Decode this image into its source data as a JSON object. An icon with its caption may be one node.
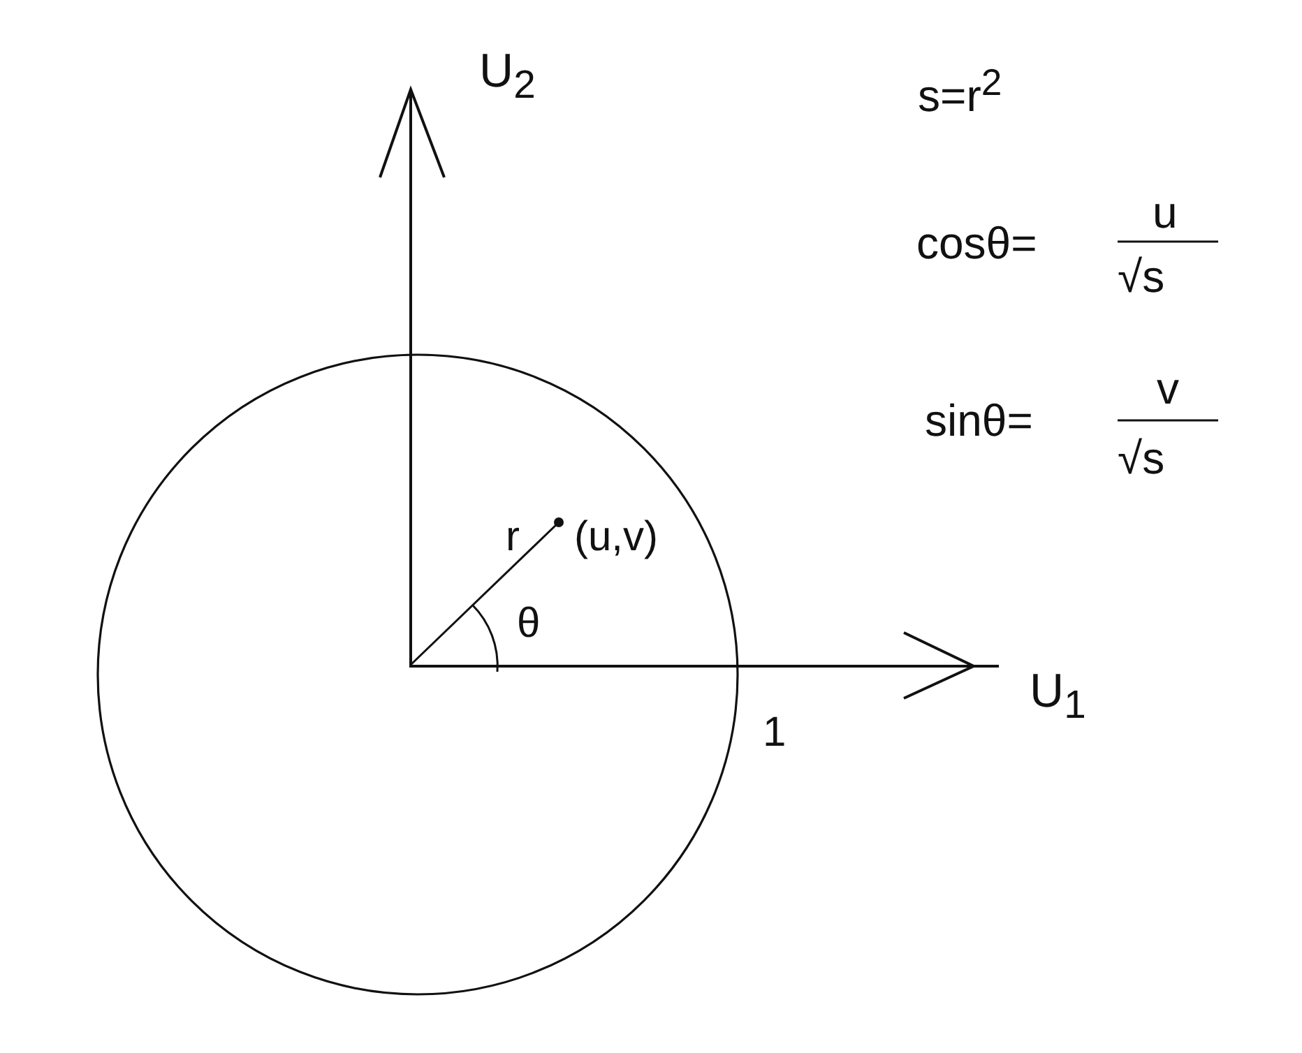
{
  "diagram": {
    "labels": [
      "U$_{2}$",
      "s=r$^{2}$",
      "cosθ=",
      "u",
      "√s",
      "sinθ=",
      "v",
      "√s",
      "r",
      "(u,v)",
      "θ",
      "U$_{1}$",
      "1"
    ]
  }
}
